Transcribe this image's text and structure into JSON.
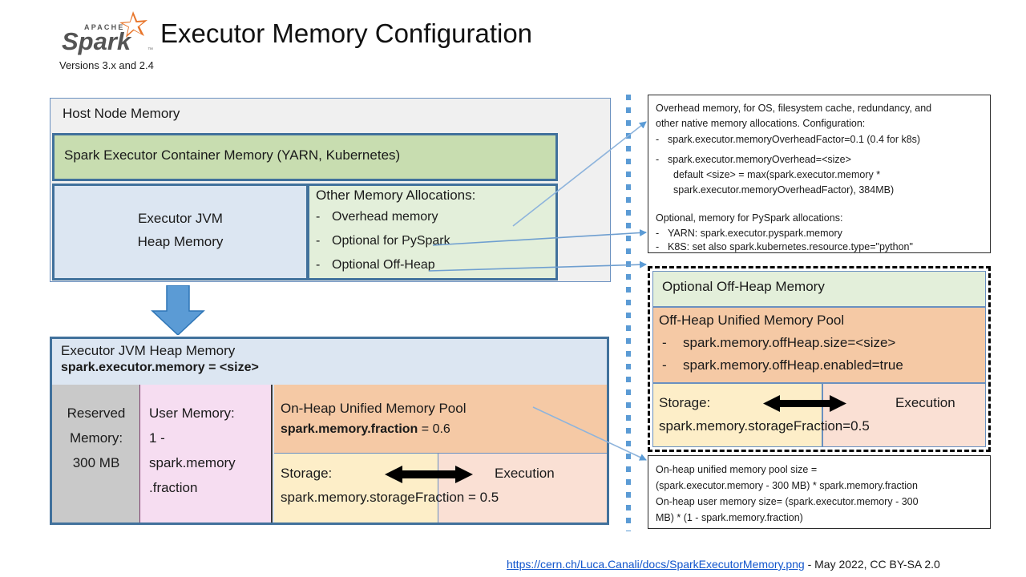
{
  "header": {
    "logo_alt": "apache-spark-logo",
    "logo_word": "Spark",
    "logo_sup": "APACHE",
    "title": "Executor Memory Configuration",
    "subtitle": "Versions 3.x and 2.4"
  },
  "host_node": {
    "label": "Host Node Memory",
    "container_label": "Spark Executor Container Memory (YARN, Kubernetes)",
    "jvm_heap_line1": "Executor JVM",
    "jvm_heap_line2": "Heap Memory",
    "other_allocations_title": "Other Memory Allocations:",
    "other_allocations": [
      "Overhead memory",
      "Optional for PySpark",
      "Optional Off-Heap"
    ],
    "bullet_dash": "-"
  },
  "heap_detail": {
    "title": "Executor JVM Heap Memory",
    "subtitle": "spark.executor.memory = <size>",
    "reserved_line1": "Reserved",
    "reserved_line2": "Memory:",
    "reserved_line3": "300 MB",
    "user_memory_line1": "User Memory:",
    "user_memory_line2": "1 -",
    "user_memory_line3": "spark.memory",
    "user_memory_line4": ".fraction",
    "pool_title": "On-Heap Unified Memory Pool",
    "pool_fraction_key": "spark.memory.fraction",
    "pool_fraction_value": " = 0.6",
    "storage_label": "Storage:",
    "execution_label": "Execution",
    "storage_fraction": "spark.memory.storageFraction = 0.5"
  },
  "overhead_note": {
    "lines": [
      {
        "dash": "",
        "text": "Overhead memory,  for OS, filesystem cache, redundancy,  and"
      },
      {
        "dash": "",
        "text": "other  native memory  allocations. Configuration:"
      },
      {
        "dash": "-",
        "text": "spark.executor.memoryOverheadFactor=0.1  (0.4 for k8s)"
      },
      {
        "dash": "-",
        "text": "spark.executor.memoryOverhead=<size>"
      },
      {
        "dash": "",
        "text": "default <size> = max(spark.executor.memory  *",
        "indent": true
      },
      {
        "dash": "",
        "text": "spark.executor.memoryOverheadFactor),  384MB)",
        "indent": true
      },
      {
        "dash": "",
        "text": ""
      },
      {
        "dash": "",
        "text": "Optional, memory  for PySpark allocations:"
      },
      {
        "dash": "-",
        "text": "YARN: spark.executor.pyspark.memory"
      },
      {
        "dash": "-",
        "text": "K8S: set also spark.kubernetes.resource.type=\"python\""
      }
    ]
  },
  "offheap": {
    "header_label": "Optional Off-Heap Memory",
    "pool_title": "Off-Heap Unified Memory Pool",
    "pool_bullets": [
      "spark.memory.offHeap.size=<size>",
      "spark.memory.offHeap.enabled=true"
    ],
    "bullet_dash": "-",
    "storage_label": "Storage:",
    "execution_label": "Execution",
    "storage_fraction": "spark.memory.storageFraction=0.5"
  },
  "onheap_note": {
    "lines": [
      "On-heap unified memory pool size =",
      "(spark.executor.memory  - 300 MB) * spark.memory.fraction",
      "On-heap user memory  size= (spark.executor.memory  - 300",
      "MB) * (1 - spark.memory.fraction)"
    ]
  },
  "footer": {
    "link_text": "https://cern.ch/Luca.Canali/docs/SparkExecutorMemory.png",
    "suffix": " - May 2022, CC BY-SA 2.0"
  },
  "colors": {
    "accent_blue": "#41719c",
    "container_green": "#c8ddb0",
    "light_green": "#e3efda",
    "heap_blue": "#dce6f2",
    "reserved_gray": "#c9c9c9",
    "user_pink": "#f6ddf1",
    "pool_orange": "#f5c9a5",
    "storage_yellow": "#fdeec8",
    "execution_peach": "#fae0d4",
    "host_gray": "#f0f0f0",
    "link_blue": "#1155cc",
    "dotted_blue": "#5b9bd5"
  }
}
